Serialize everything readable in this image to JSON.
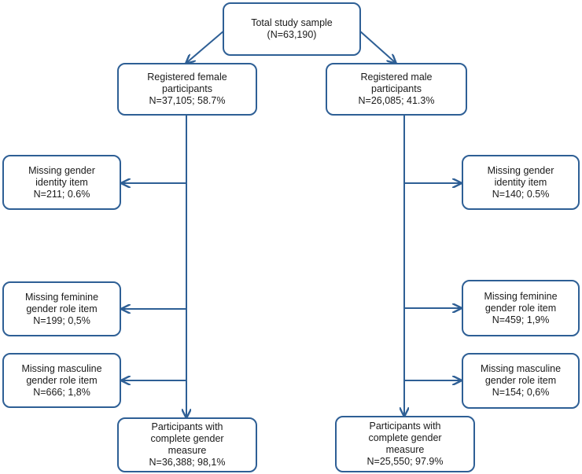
{
  "colors": {
    "line": "#2e5f95",
    "text": "#1a1a1a",
    "background": "#ffffff"
  },
  "total": {
    "line1": "Total study sample",
    "line2": "(N=63,190)"
  },
  "female": {
    "header": {
      "line1": "Registered female",
      "line2": "participants",
      "line3": "N=37,105; 58.7%"
    },
    "missing_identity": {
      "line1": "Missing gender",
      "line2": "identity item",
      "line3": "N=211; 0.6%"
    },
    "missing_feminine": {
      "line1": "Missing feminine",
      "line2": "gender role item",
      "line3": "N=199; 0,5%"
    },
    "missing_masculine": {
      "line1": "Missing masculine",
      "line2": "gender role item",
      "line3": "N=666; 1,8%"
    },
    "complete": {
      "line1": "Participants with",
      "line2": "complete gender",
      "line3": "measure",
      "line4": "N=36,388; 98,1%"
    }
  },
  "male": {
    "header": {
      "line1": "Registered male",
      "line2": "participants",
      "line3": "N=26,085; 41.3%"
    },
    "missing_identity": {
      "line1": "Missing gender",
      "line2": "identity item",
      "line3": "N=140; 0.5%"
    },
    "missing_feminine": {
      "line1": "Missing feminine",
      "line2": "gender role item",
      "line3": "N=459; 1,9%"
    },
    "missing_masculine": {
      "line1": "Missing masculine",
      "line2": "gender role item",
      "line3": "N=154; 0,6%"
    },
    "complete": {
      "line1": "Participants with",
      "line2": "complete gender",
      "line3": "measure",
      "line4": "N=25,550; 97.9%"
    }
  }
}
